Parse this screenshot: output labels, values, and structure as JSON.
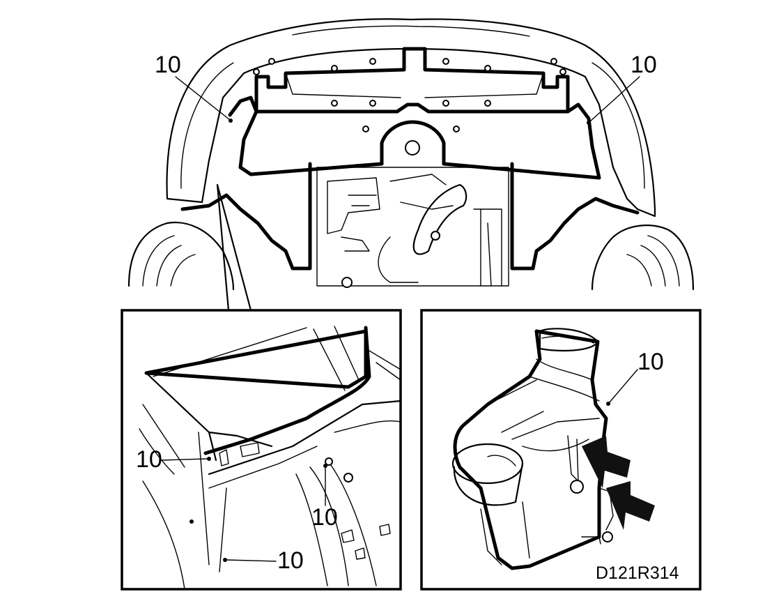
{
  "figure": {
    "drawing_code": "D121R314"
  },
  "callouts": {
    "top_left": "10",
    "top_right": "10",
    "inset_left_a": "10",
    "inset_left_b": "10",
    "inset_left_c": "10",
    "inset_right": "10"
  }
}
